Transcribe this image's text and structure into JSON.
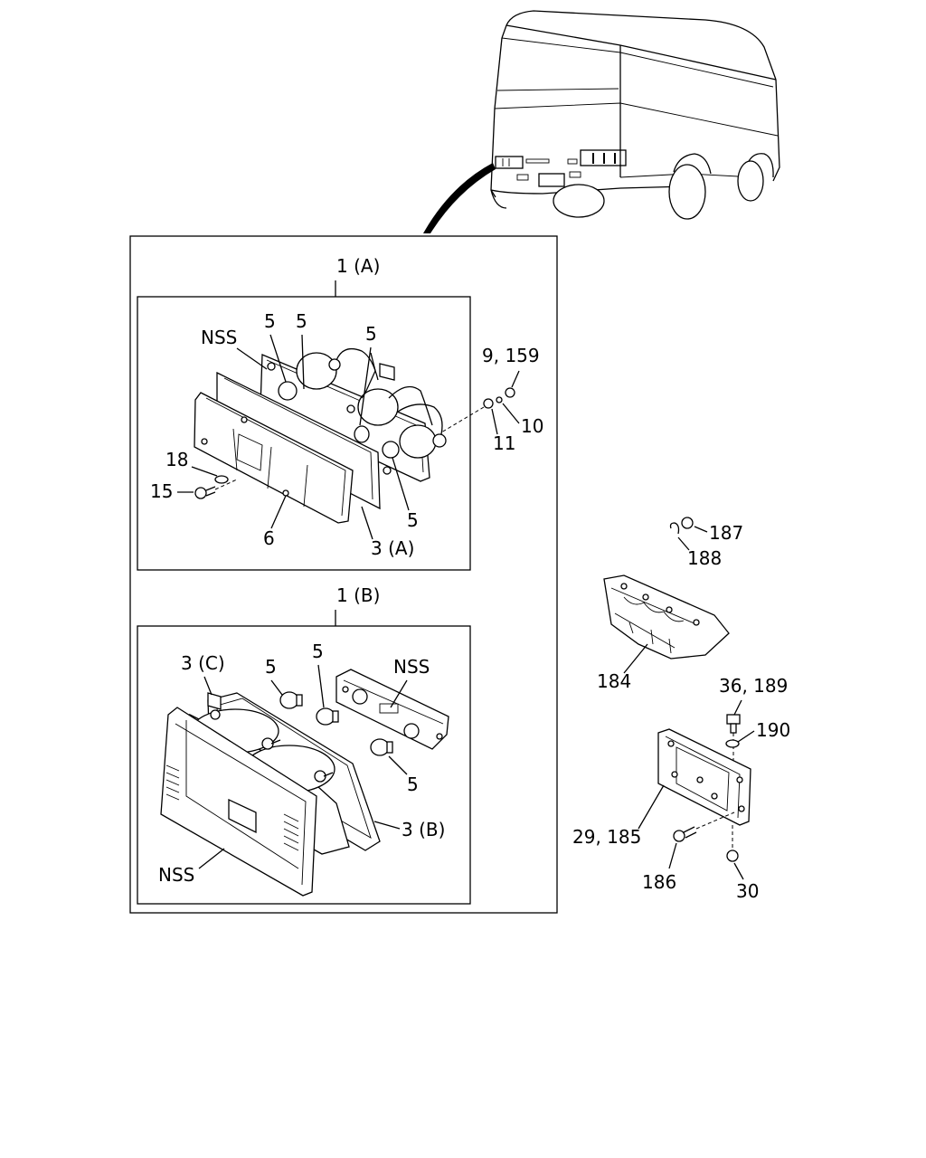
{
  "labels": {
    "assy_a": "1 (A)",
    "assy_b": "1 (B)",
    "nss_a": "NSS",
    "bulb_a1": "5",
    "bulb_a2": "5",
    "bulb_a3": "5",
    "bulb_a4": "5",
    "washer_18": "18",
    "screw_15": "15",
    "lens_6": "6",
    "gasket_3a": "3 (A)",
    "nut_9_159": "9, 159",
    "washer_10": "10",
    "washer_11": "11",
    "socket_3c": "3 (C)",
    "bulb_b1": "5",
    "bulb_b2": "5",
    "bulb_b3": "5",
    "nss_b_top": "NSS",
    "gasket_3b": "3 (B)",
    "nss_b_bottom": "NSS",
    "nut_187": "187",
    "washer_188": "188",
    "bracket_184": "184",
    "bolt_36_189": "36, 189",
    "washer_190": "190",
    "bracket_29_185": "29, 185",
    "bolt_186": "186",
    "nut_30": "30"
  }
}
